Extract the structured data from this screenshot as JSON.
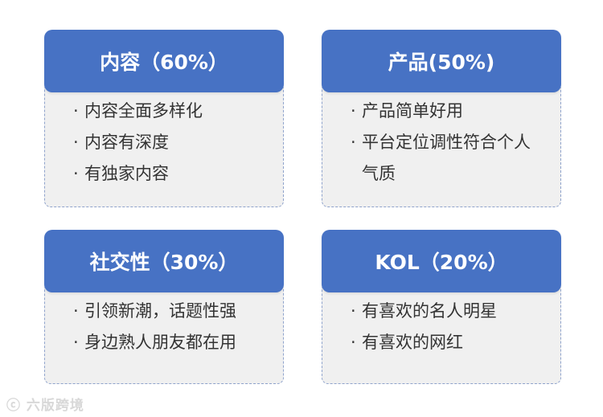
{
  "cards": [
    {
      "title": "内容（60%）",
      "items": [
        "内容全面多样化",
        "内容有深度",
        "有独家内容"
      ]
    },
    {
      "title": "产品(50%)",
      "items": [
        "产品简单好用",
        "平台定位调性符合个人气质"
      ]
    },
    {
      "title": "社交性（30%）",
      "items": [
        "引领新潮，话题性强",
        "身边熟人朋友都在用"
      ]
    },
    {
      "title": "KOL（20%）",
      "items": [
        "有喜欢的名人明星",
        "有喜欢的网红"
      ]
    }
  ],
  "watermark": "ⓒ 六版跨境",
  "colors": {
    "header": "#4772c4",
    "body": "#f0f0f0",
    "text": "#333333"
  }
}
